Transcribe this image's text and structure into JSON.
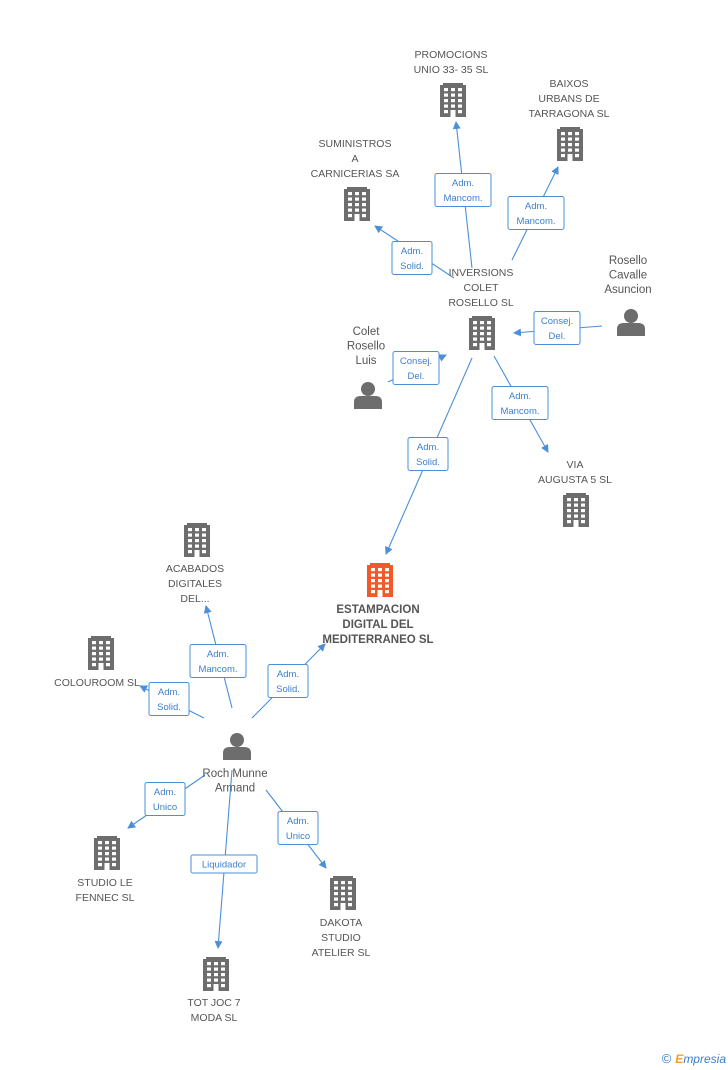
{
  "colors": {
    "edge": "#4a8fd8",
    "node": "#6d6d6d",
    "main_node": "#f05a28",
    "label": "#555555"
  },
  "nodes": [
    {
      "id": "promocions",
      "type": "company",
      "label": [
        "PROMOCIONS",
        "UNIO 33- 35  SL"
      ],
      "icon": "building-icon"
    },
    {
      "id": "baixos",
      "type": "company",
      "label": [
        "BAIXOS",
        "URBANS DE",
        "TARRAGONA SL"
      ],
      "icon": "building-icon"
    },
    {
      "id": "suministros",
      "type": "company",
      "label": [
        "SUMINISTROS",
        "A",
        "CARNICERIAS SA"
      ],
      "icon": "building-icon"
    },
    {
      "id": "inversions",
      "type": "company",
      "label": [
        "INVERSIONS",
        "COLET",
        "ROSELLO  SL"
      ],
      "icon": "building-icon"
    },
    {
      "id": "rosello_cavalle",
      "type": "person",
      "label": [
        "Rosello",
        "Cavalle",
        "Asuncion"
      ],
      "icon": "person-icon"
    },
    {
      "id": "colet_rosello",
      "type": "person",
      "label": [
        "Colet",
        "Rosello",
        "Luis"
      ],
      "icon": "person-icon"
    },
    {
      "id": "via_augusta",
      "type": "company",
      "label": [
        "VIA",
        "AUGUSTA 5 SL"
      ],
      "icon": "building-icon"
    },
    {
      "id": "estampacion",
      "type": "main",
      "label": [
        "ESTAMPACION",
        "DIGITAL DEL",
        "MEDITERRANEO SL"
      ],
      "icon": "building-icon"
    },
    {
      "id": "acabados",
      "type": "company",
      "label": [
        "ACABADOS",
        "DIGITALES",
        "DEL..."
      ],
      "icon": "building-icon"
    },
    {
      "id": "colouroom",
      "type": "company",
      "label": [
        "COLOUROOM SL"
      ],
      "icon": "building-icon"
    },
    {
      "id": "roch",
      "type": "person",
      "label": [
        "Roch Munne",
        "Armand"
      ],
      "icon": "person-icon"
    },
    {
      "id": "studio_le",
      "type": "company",
      "label": [
        "STUDIO LE",
        "FENNEC  SL"
      ],
      "icon": "building-icon"
    },
    {
      "id": "dakota",
      "type": "company",
      "label": [
        "DAKOTA",
        "STUDIO",
        "ATELIER  SL"
      ],
      "icon": "building-icon"
    },
    {
      "id": "tot_joc",
      "type": "company",
      "label": [
        "TOT JOC 7",
        "MODA SL"
      ],
      "icon": "building-icon"
    }
  ],
  "edges": [
    {
      "from": "inversions",
      "to": "promocions",
      "label": [
        "Adm.",
        "Mancom."
      ]
    },
    {
      "from": "inversions",
      "to": "baixos",
      "label": [
        "Adm.",
        "Mancom."
      ]
    },
    {
      "from": "inversions",
      "to": "suministros",
      "label": [
        "Adm.",
        "Solid."
      ]
    },
    {
      "from": "rosello_cavalle",
      "to": "inversions",
      "label": [
        "Consej.",
        "Del."
      ]
    },
    {
      "from": "colet_rosello",
      "to": "inversions",
      "label": [
        "Consej.",
        "Del."
      ]
    },
    {
      "from": "inversions",
      "to": "via_augusta",
      "label": [
        "Adm.",
        "Mancom."
      ]
    },
    {
      "from": "inversions",
      "to": "estampacion",
      "label": [
        "Adm.",
        "Solid."
      ]
    },
    {
      "from": "roch",
      "to": "acabados",
      "label": [
        "Adm.",
        "Mancom."
      ]
    },
    {
      "from": "roch",
      "to": "colouroom",
      "label": [
        "Adm.",
        "Solid."
      ]
    },
    {
      "from": "roch",
      "to": "estampacion",
      "label": [
        "Adm.",
        "Solid."
      ]
    },
    {
      "from": "roch",
      "to": "studio_le",
      "label": [
        "Adm.",
        "Unico"
      ]
    },
    {
      "from": "roch",
      "to": "dakota",
      "label": [
        "Adm.",
        "Unico"
      ]
    },
    {
      "from": "roch",
      "to": "tot_joc",
      "label": [
        "Liquidador"
      ]
    }
  ],
  "footer": {
    "copyright_symbol": "©",
    "brand_first": "E",
    "brand_rest": "mpresia"
  }
}
